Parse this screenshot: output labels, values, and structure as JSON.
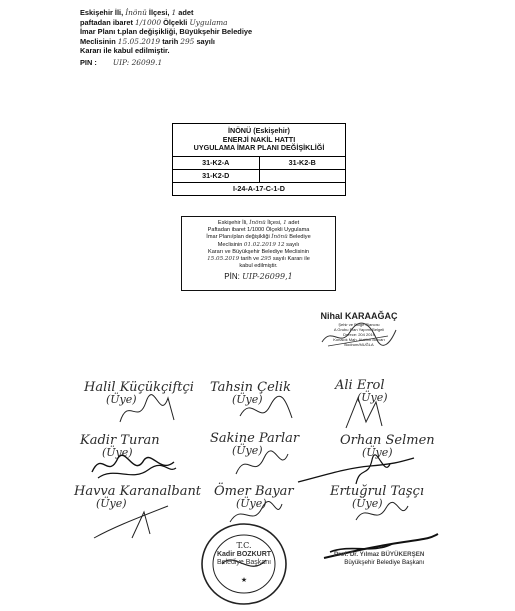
{
  "top_stamp": {
    "line1_a": "Eskişehir İli,",
    "line1_fill1": "İnönü",
    "line1_b": "İlçesi,",
    "line1_fill2": "1",
    "line1_c": "adet",
    "line2_a": "paftadan ibaret",
    "line2_fill1": "1/1000",
    "line2_b": "Ölçekli",
    "line2_fill2": "Uygulama",
    "line3": "İmar Planı t.plan değişikliği, Büyükşehir Belediye",
    "line4_a": "Meclisinin",
    "line4_fill1": "15.05.2019",
    "line4_b": "tarih",
    "line4_fill2": "295",
    "line4_c": "sayılı",
    "line5": "Kararı ile kabul edilmiştir.",
    "pin_label": "PIN :",
    "pin_value": "UIP: 26099.1"
  },
  "title_box": {
    "line1": "İNÖNÜ (Eskişehir)",
    "line2": "ENERJİ NAKİL HATTI",
    "line3": "UYGULAMA İMAR PLANI DEĞİŞİKLİĞİ",
    "sheets": [
      "31-K2-A",
      "31-K2-B",
      "31-K2-D",
      ""
    ],
    "code": "I-24-A-17-C-1-D"
  },
  "mid_stamp": {
    "l1_a": "Eskişehir İli,",
    "l1_f1": "İnönü",
    "l1_b": "İlçesi,",
    "l1_f2": "1",
    "l1_c": "adet",
    "l2": "Paftadan ibaret 1/1000 Ölçekli Uygulama",
    "l3_a": "İmar Planı/plan değişikliği",
    "l3_f": "İnönü",
    "l3_b": "Belediye",
    "l4_a": "Meclisinin",
    "l4_f1": "01.02.2019",
    "l4_f2": "12",
    "l4_b": "sayılı",
    "l5": "Kararı ve Büyükşehir Belediye Meclisinin",
    "l6_f1": "15.05.2019",
    "l6_a": "tarih ve",
    "l6_f2": "295",
    "l6_b": "sayılı Kararı ile",
    "l7": "kabul edilmiştir.",
    "pin_label": "PİN:",
    "pin_value": "UIP-26099,1"
  },
  "planner": {
    "name": "Nihal KARAAĞAÇ",
    "l1": "Şehir ve Bölge Plancısı",
    "l2": "A Grubu Plan Yapımı Belgeli",
    "l3": "Derece: 204 2019",
    "l4": "Konacık Mah. Atatürk Bulvarı",
    "l5": "Bodrum/MUĞLA"
  },
  "members": [
    {
      "name": "Halil Küçükçiftçi",
      "role": "(Üye)"
    },
    {
      "name": "Tahsin Çelik",
      "role": "(Üye)"
    },
    {
      "name": "Ali Erol",
      "role": "(Üye)"
    },
    {
      "name": "Kadir Turan",
      "role": "(Üye)"
    },
    {
      "name": "Sakine Parlar",
      "role": "(Üye)"
    },
    {
      "name": "Orhan Selmen",
      "role": "(Üye)"
    },
    {
      "name": "Havva Karanalbant",
      "role": "(Üye)"
    },
    {
      "name": "Ömer Bayar",
      "role": "(Üye)"
    },
    {
      "name": "Ertuğrul Taşçı",
      "role": "(Üye)"
    }
  ],
  "seal": {
    "name": "Kadir BOZKURT",
    "title": "Belediye Başkanı"
  },
  "mayor": {
    "name": "Prof. Dr. Yılmaz BÜYÜKERŞEN",
    "title": "Büyükşehir Belediye Başkanı"
  }
}
